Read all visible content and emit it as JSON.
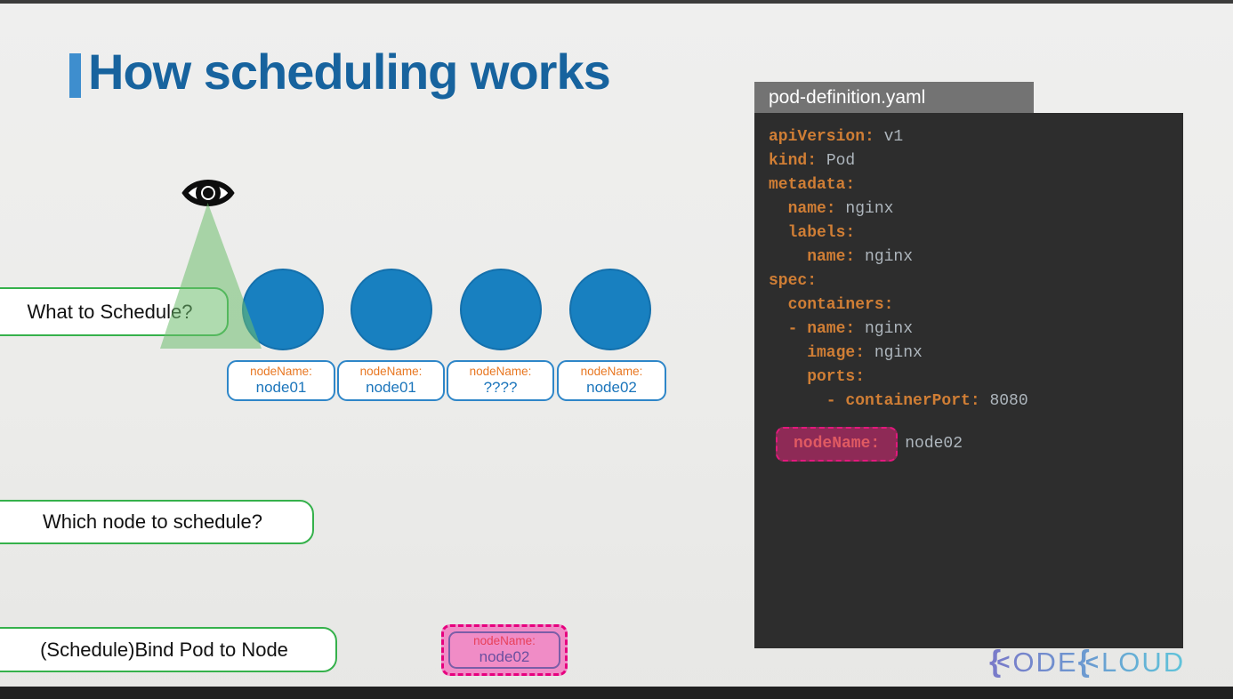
{
  "slide": {
    "title": "How scheduling works",
    "questions": [
      {
        "label": "What to Schedule?"
      },
      {
        "label": "Which node to schedule?"
      },
      {
        "label": "(Schedule)Bind Pod to Node"
      }
    ],
    "pods": [
      {
        "key": "nodeName:",
        "value": "node01"
      },
      {
        "key": "nodeName:",
        "value": "node01"
      },
      {
        "key": "nodeName:",
        "value": "????"
      },
      {
        "key": "nodeName:",
        "value": "node02"
      }
    ],
    "bind_badge": {
      "key": "nodeName:",
      "value": "node02"
    },
    "code_panel": {
      "tab": "pod-definition.yaml",
      "lines": [
        {
          "k": "apiVersion:",
          "v": " v1"
        },
        {
          "k": "kind:",
          "v": " Pod"
        },
        {
          "k": "metadata:",
          "v": ""
        },
        {
          "k": "  name:",
          "v": " nginx"
        },
        {
          "k": "  labels:",
          "v": ""
        },
        {
          "k": "    name:",
          "v": " nginx"
        },
        {
          "k": "spec:",
          "v": ""
        },
        {
          "k": "  containers:",
          "v": ""
        },
        {
          "k": "  - name:",
          "v": " nginx"
        },
        {
          "k": "    image:",
          "v": " nginx"
        },
        {
          "k": "    ports:",
          "v": ""
        },
        {
          "k": "      - containerPort:",
          "v": " 8080"
        }
      ],
      "highlight": {
        "key": "nodeName:",
        "value": "node02"
      }
    },
    "logo": {
      "text": "KODEKLOUD",
      "segments": [
        "{",
        "<",
        "ODE",
        "{",
        "<",
        "LOUD"
      ]
    },
    "icons": {
      "eye": "scheduler-eye"
    },
    "colors": {
      "title_blue": "#17639E",
      "accent_blue": "#3E8ECE",
      "pod_blue": "#1880C0",
      "green_border": "#35B14B",
      "cone_green": "#6DBE6E",
      "key_orange": "#D07E35",
      "value_gray": "#AEB6BD",
      "panel_bg": "#2D2D2D",
      "tab_gray": "#737373",
      "highlight_bg": "#8E2A56",
      "highlight_border": "#E3187D",
      "badge_pink": "#F08CC6",
      "badge_border": "#E6007E",
      "badge_inner_border": "#7B5EA7",
      "node_label_orange": "#E87722",
      "node_value_blue": "#1B75BB"
    }
  }
}
